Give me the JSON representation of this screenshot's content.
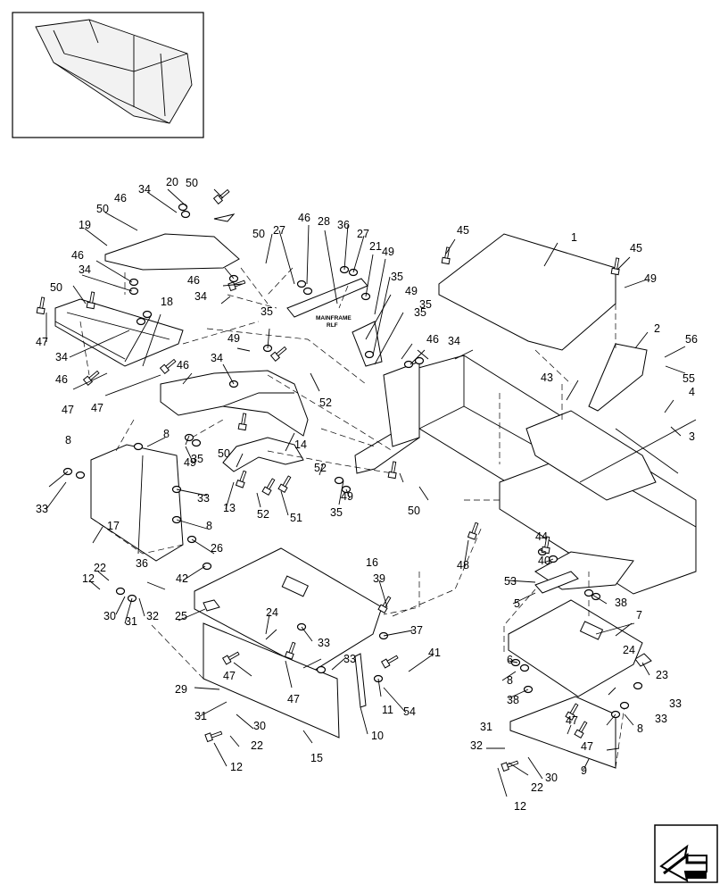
{
  "diagram": {
    "callout_labels": [
      "1",
      "2",
      "3",
      "4",
      "5",
      "6",
      "7",
      "8",
      "9",
      "10",
      "11",
      "12",
      "13",
      "14",
      "15",
      "16",
      "17",
      "18",
      "19",
      "20",
      "21",
      "22",
      "23",
      "24",
      "25",
      "26",
      "27",
      "28",
      "29",
      "30",
      "31",
      "32",
      "33",
      "34",
      "35",
      "36",
      "37",
      "38",
      "39",
      "40",
      "41",
      "42",
      "43",
      "44",
      "45",
      "46",
      "47",
      "48",
      "49",
      "50",
      "51",
      "52",
      "53",
      "54",
      "55",
      "56"
    ],
    "mainframe_text": "MAINFRAME",
    "mainframe_sub": "RLF"
  }
}
